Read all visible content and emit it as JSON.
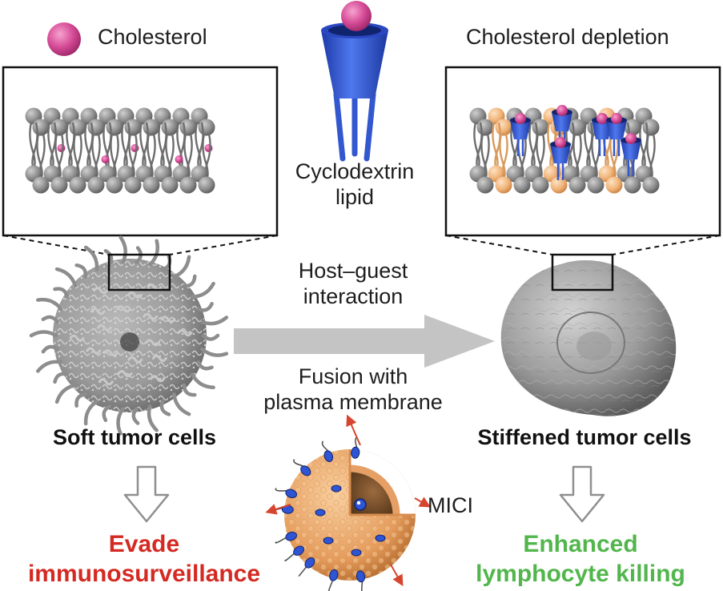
{
  "labels": {
    "cholesterol": "Cholesterol",
    "cholesterol_depletion": "Cholesterol depletion",
    "cyclodextrin_line1": "Cyclodextrin",
    "cyclodextrin_line2": "lipid",
    "host_guest_line1": "Host–guest",
    "host_guest_line2": "interaction",
    "fusion_line1": "Fusion with",
    "fusion_line2": "plasma membrane",
    "soft_cells": "Soft tumor cells",
    "stiffened_cells": "Stiffened tumor cells",
    "mici": "MICI",
    "evade_line1": "Evade",
    "evade_line2": "immunosurveillance",
    "enhanced_line1": "Enhanced",
    "enhanced_line2": "lymphocyte killing"
  },
  "colors": {
    "cholesterol_pink": "#d64c97",
    "lipid_gray": "#8c8c8c",
    "cyclodextrin_blue": "#2f55d4",
    "lipid_orange": "#f0b276",
    "arrow_gray": "#c4c4c4",
    "outcome_red": "#d42a22",
    "outcome_green": "#52b64c"
  }
}
